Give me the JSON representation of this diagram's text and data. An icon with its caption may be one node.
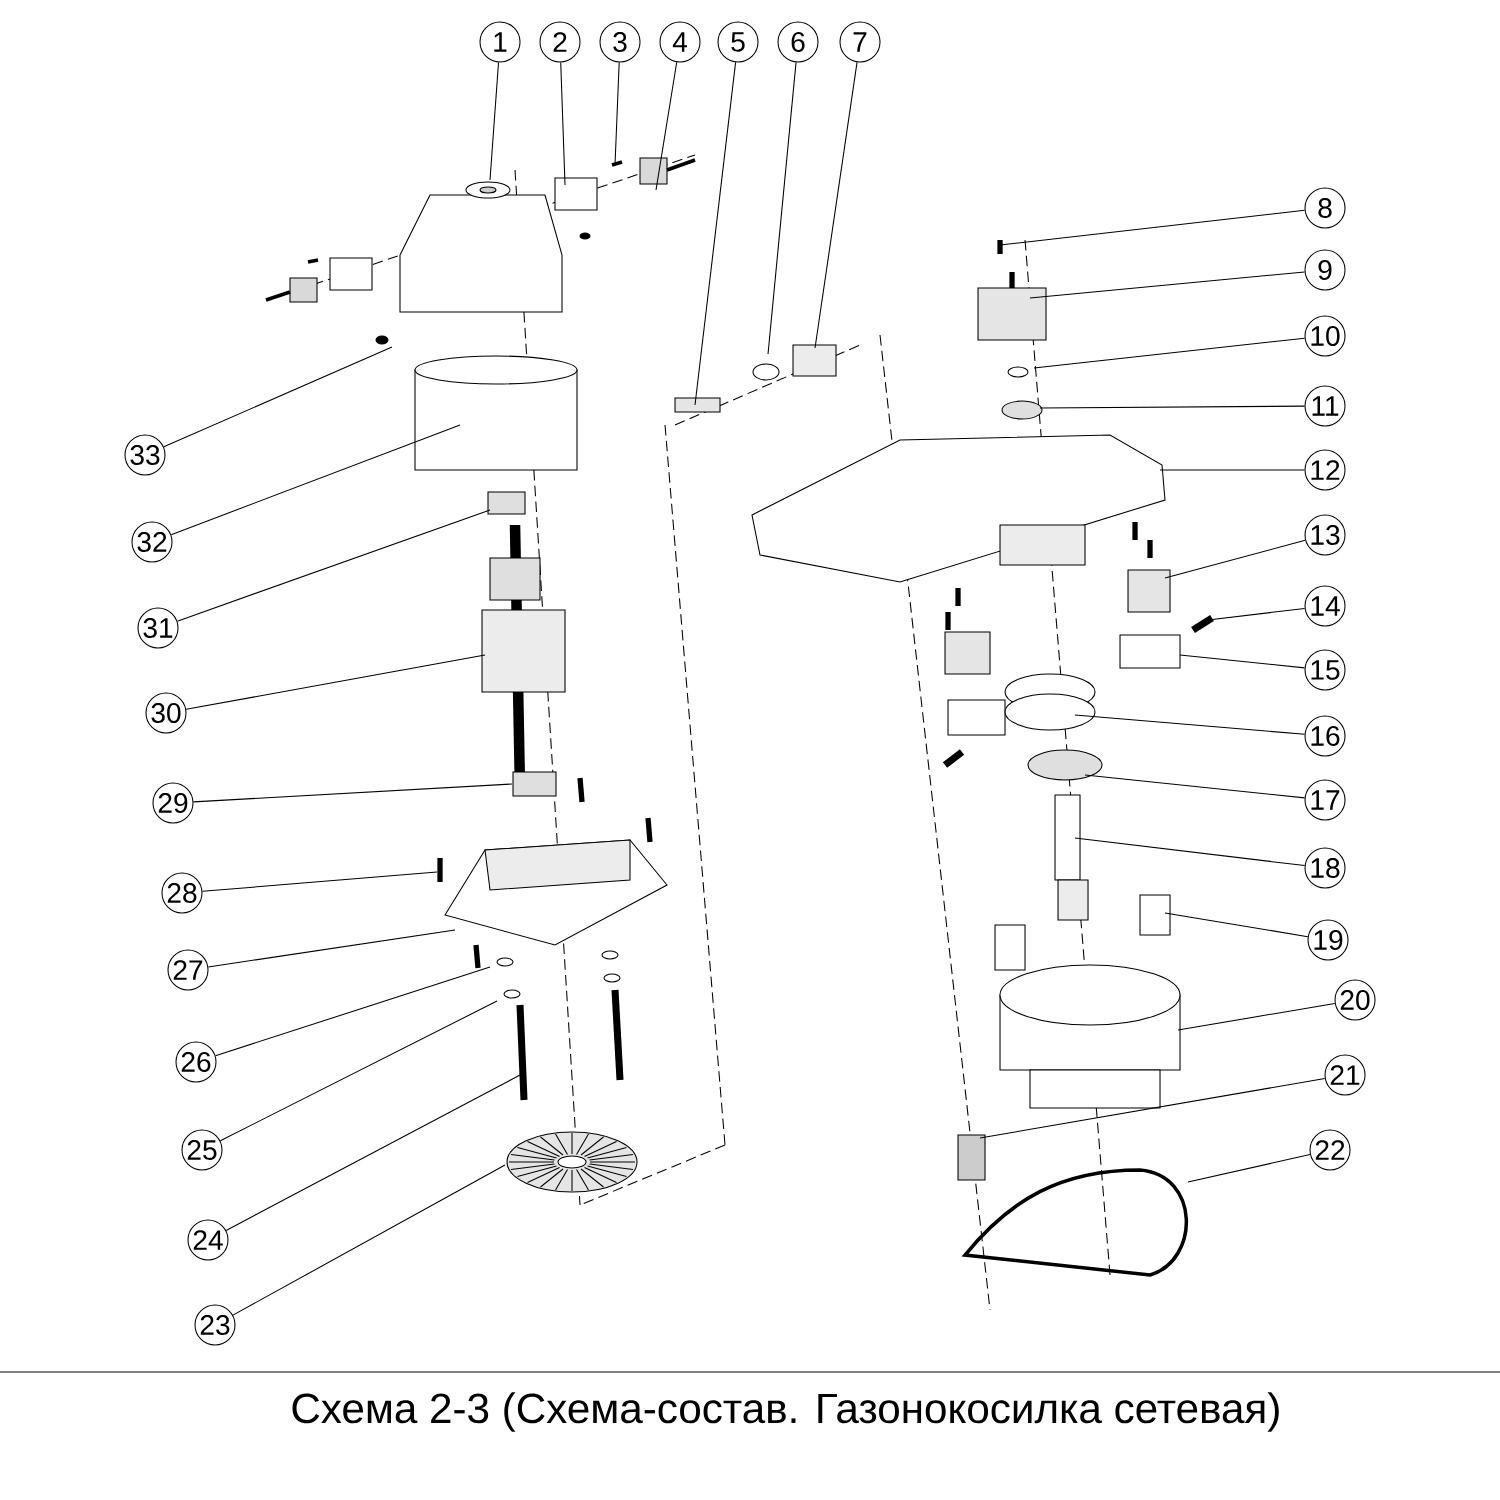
{
  "diagram": {
    "caption": "Схема 2-3 (Схема-состав. Газонокосилка сетевая)",
    "nodes": [
      {
        "text": [
          "1"
        ]
      },
      {
        "text": [
          "2"
        ]
      },
      {
        "text": [
          "3"
        ]
      },
      {
        "text": [
          "4"
        ]
      },
      {
        "text": [
          "5"
        ]
      },
      {
        "text": [
          "6"
        ]
      },
      {
        "text": [
          "7"
        ]
      },
      {
        "text": [
          "8"
        ]
      },
      {
        "text": [
          "9"
        ]
      },
      {
        "text": [
          "10"
        ]
      },
      {
        "text": [
          "11"
        ]
      },
      {
        "text": [
          "12"
        ]
      },
      {
        "text": [
          "13"
        ]
      },
      {
        "text": [
          "14"
        ]
      },
      {
        "text": [
          "15"
        ]
      },
      {
        "text": [
          "16"
        ]
      },
      {
        "text": [
          "17"
        ]
      },
      {
        "text": [
          "18"
        ]
      },
      {
        "text": [
          "19"
        ]
      },
      {
        "text": [
          "20"
        ]
      },
      {
        "text": [
          "21"
        ]
      },
      {
        "text": [
          "22"
        ]
      },
      {
        "text": [
          "23"
        ]
      },
      {
        "text": [
          "24"
        ]
      },
      {
        "text": [
          "25"
        ]
      },
      {
        "text": [
          "26"
        ]
      },
      {
        "text": [
          "27"
        ]
      },
      {
        "text": [
          "28"
        ]
      },
      {
        "text": [
          "29"
        ]
      },
      {
        "text": [
          "30"
        ]
      },
      {
        "text": [
          "31"
        ]
      },
      {
        "text": [
          "32"
        ]
      },
      {
        "text": [
          "33"
        ]
      }
    ],
    "edges": [
      {
        "from": 0,
        "to": null,
        "arrow": "none"
      },
      {
        "from": 1,
        "to": null,
        "arrow": "none"
      },
      {
        "from": 2,
        "to": null,
        "arrow": "none"
      },
      {
        "from": 3,
        "to": null,
        "arrow": "none"
      },
      {
        "from": 4,
        "to": null,
        "arrow": "none"
      },
      {
        "from": 5,
        "to": null,
        "arrow": "none"
      },
      {
        "from": 6,
        "to": null,
        "arrow": "none"
      },
      {
        "from": 7,
        "to": null,
        "arrow": "none"
      },
      {
        "from": 8,
        "to": null,
        "arrow": "none"
      },
      {
        "from": 9,
        "to": null,
        "arrow": "none"
      },
      {
        "from": 10,
        "to": null,
        "arrow": "none"
      },
      {
        "from": 11,
        "to": null,
        "arrow": "none"
      },
      {
        "from": 12,
        "to": null,
        "arrow": "none"
      },
      {
        "from": 13,
        "to": null,
        "arrow": "none"
      },
      {
        "from": 14,
        "to": null,
        "arrow": "none"
      },
      {
        "from": 15,
        "to": null,
        "arrow": "none"
      },
      {
        "from": 16,
        "to": null,
        "arrow": "none"
      },
      {
        "from": 17,
        "to": null,
        "arrow": "none"
      },
      {
        "from": 18,
        "to": null,
        "arrow": "none"
      },
      {
        "from": 19,
        "to": null,
        "arrow": "none"
      },
      {
        "from": 20,
        "to": null,
        "arrow": "none"
      },
      {
        "from": 21,
        "to": null,
        "arrow": "none"
      },
      {
        "from": 22,
        "to": null,
        "arrow": "none"
      },
      {
        "from": 23,
        "to": null,
        "arrow": "none"
      },
      {
        "from": 24,
        "to": null,
        "arrow": "none"
      },
      {
        "from": 25,
        "to": null,
        "arrow": "none"
      },
      {
        "from": 26,
        "to": null,
        "arrow": "none"
      },
      {
        "from": 27,
        "to": null,
        "arrow": "none"
      },
      {
        "from": 28,
        "to": null,
        "arrow": "none"
      },
      {
        "from": 29,
        "to": null,
        "arrow": "none"
      },
      {
        "from": 30,
        "to": null,
        "arrow": "none"
      },
      {
        "from": 31,
        "to": null,
        "arrow": "none"
      },
      {
        "from": 32,
        "to": null,
        "arrow": "none"
      }
    ]
  }
}
